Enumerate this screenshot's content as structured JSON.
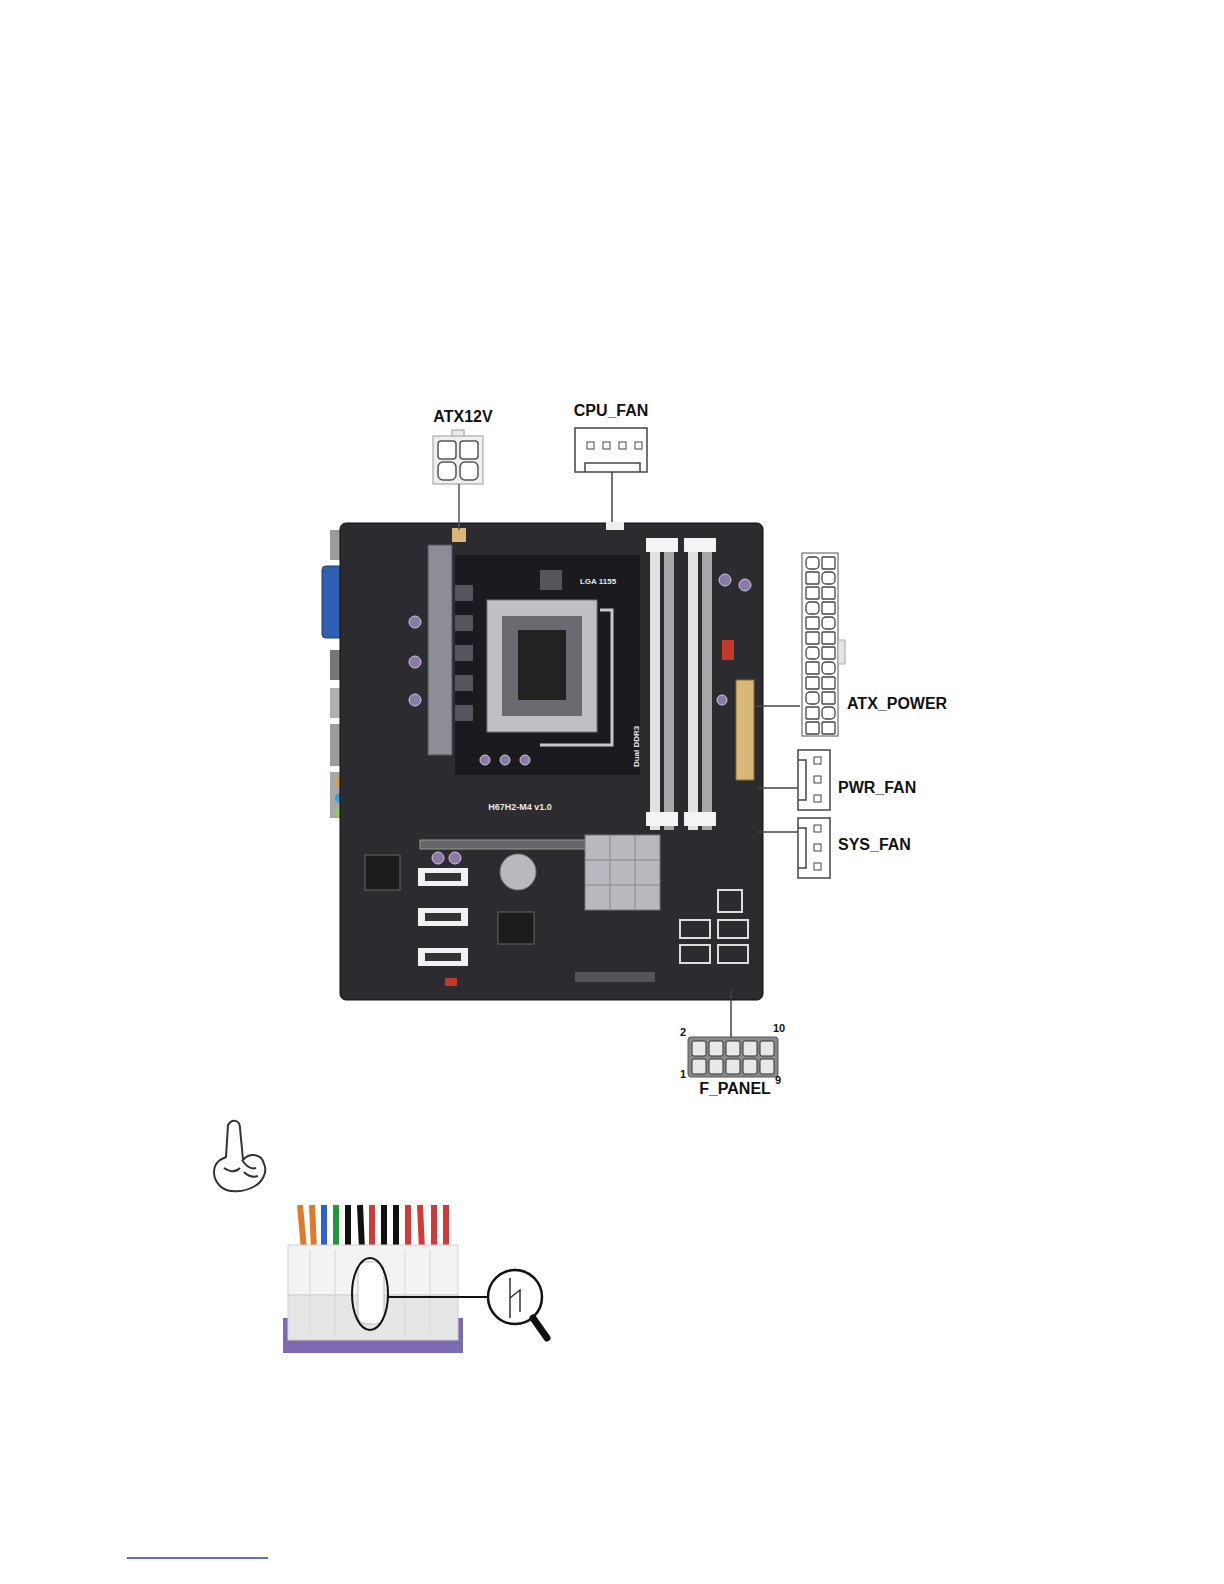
{
  "diagram": {
    "labels": [
      "ATX12V",
      "CPU_FAN",
      "ATX_POWER",
      "PWR_FAN",
      "SYS_FAN",
      "2",
      "10",
      "1",
      "F_PANEL",
      "9",
      "LGA 1155",
      "Dual DDR3",
      "H67H2-M4 v1.0"
    ]
  }
}
